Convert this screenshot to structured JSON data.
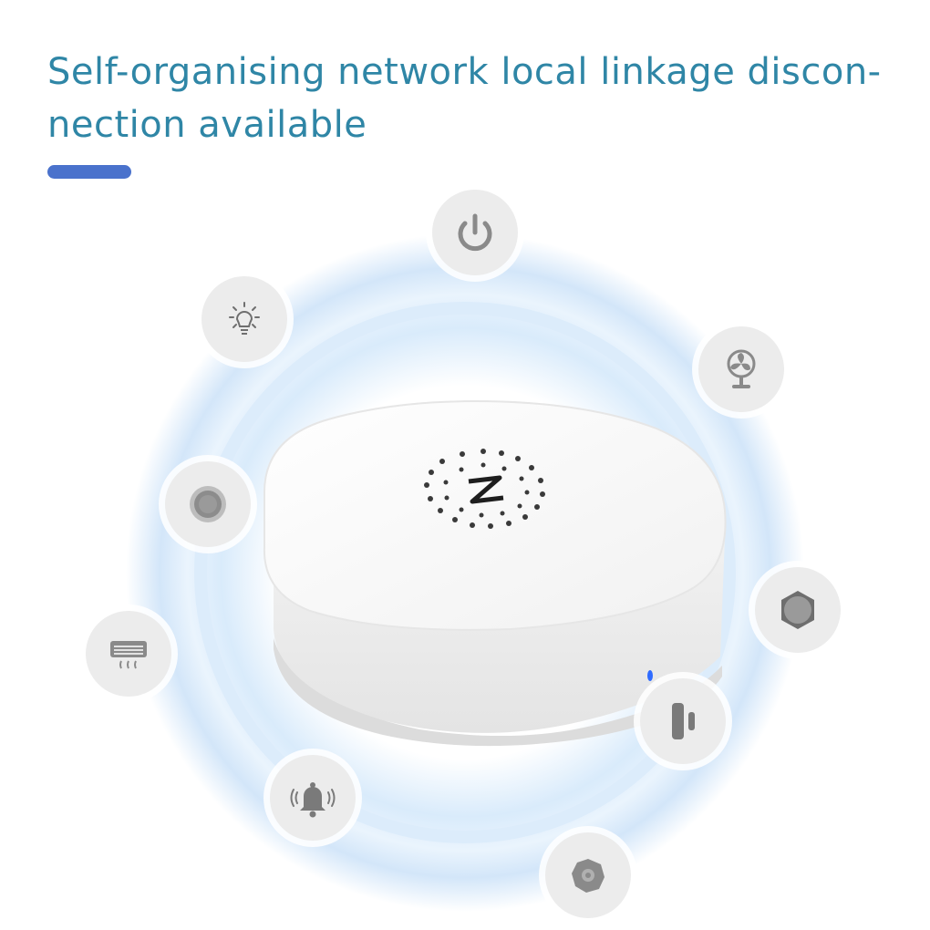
{
  "headline": {
    "line1": "Self-organising network local linkage discon-",
    "line2": "nection available"
  },
  "colors": {
    "headline": "#2f86a6",
    "accent_bar": "#4a72cc",
    "glow": "#cfe4f8",
    "icon_bubble": "#ececec",
    "icon_stroke": "#8a8a8a",
    "status_led": "#2f6bff"
  },
  "hub": {
    "logo_glyph": "Z",
    "status_led": "on"
  },
  "devices": [
    {
      "name": "power-icon"
    },
    {
      "name": "light-bulb-icon"
    },
    {
      "name": "fan-icon"
    },
    {
      "name": "button-sensor-icon"
    },
    {
      "name": "hexagon-sensor-icon"
    },
    {
      "name": "air-conditioner-icon"
    },
    {
      "name": "door-sensor-icon"
    },
    {
      "name": "alarm-bell-icon"
    },
    {
      "name": "smoke-detector-icon"
    }
  ]
}
